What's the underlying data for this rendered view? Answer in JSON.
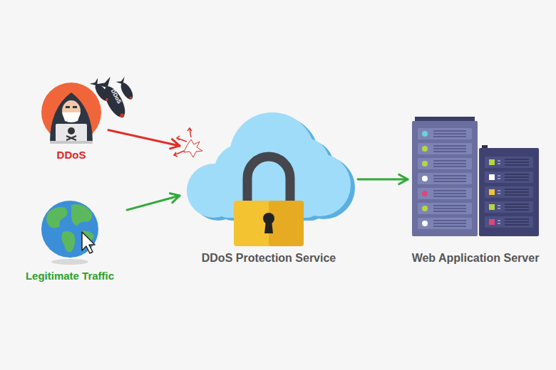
{
  "diagram": {
    "nodes": [
      {
        "text": [
          "DDoS"
        ]
      },
      {
        "text": [
          "Legitimate Traffic"
        ]
      },
      {
        "text": [
          "DDoS Protection Service"
        ]
      },
      {
        "text": [
          "Web Application Server"
        ]
      }
    ],
    "edges": [
      {
        "from": 0,
        "to": 2,
        "arrow": "to"
      },
      {
        "from": 1,
        "to": 2,
        "arrow": "to"
      },
      {
        "from": 2,
        "to": 3,
        "arrow": "to"
      }
    ],
    "labels": [
      "DDoS"
    ]
  }
}
